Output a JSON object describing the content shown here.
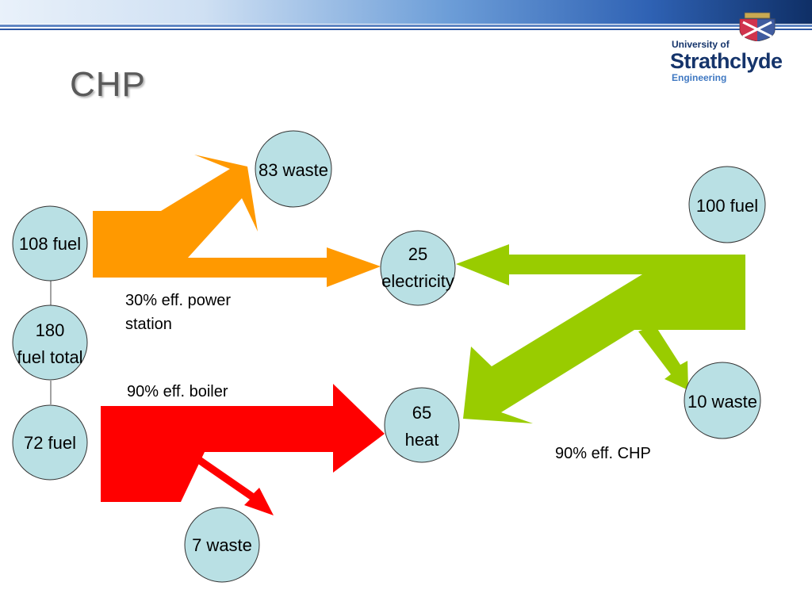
{
  "slide": {
    "title": "CHP"
  },
  "logo": {
    "line1": "University of",
    "line2": "Strathclyde",
    "line3": "Engineering"
  },
  "nodes": {
    "fuel_108": "108 fuel",
    "fuel_total_1": "180",
    "fuel_total_2": "fuel total",
    "fuel_72": "72 fuel",
    "waste_83": "83 waste",
    "elec_1": "25",
    "elec_2": "electricity",
    "heat_1": "65",
    "heat_2": "heat",
    "waste_7": "7 waste",
    "fuel_100": "100 fuel",
    "waste_10": "10 waste"
  },
  "notes": {
    "power_station_1": "30% eff. power",
    "power_station_2": "station",
    "boiler": "90% eff. boiler",
    "chp": "90% eff. CHP"
  },
  "colors": {
    "node_fill": "#b9e0e4",
    "power_station_arrow": "#ff9900",
    "boiler_arrow": "#ff0000",
    "chp_arrow": "#99cc00"
  }
}
